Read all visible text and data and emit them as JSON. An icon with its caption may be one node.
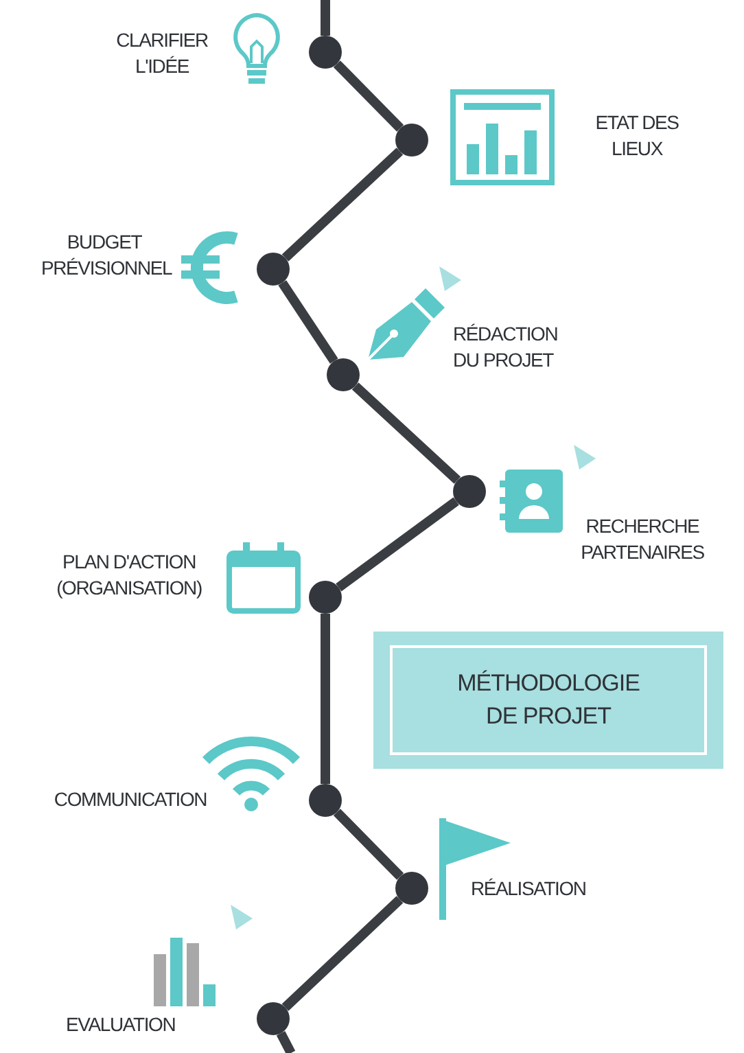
{
  "diagram": {
    "nodes": [
      {
        "text": [],
        "shape": "circle"
      },
      {
        "text": [],
        "shape": "circle"
      },
      {
        "text": [],
        "shape": "circle"
      },
      {
        "text": [],
        "shape": "circle"
      },
      {
        "text": [],
        "shape": "circle"
      },
      {
        "text": [],
        "shape": "circle"
      },
      {
        "text": [],
        "shape": "circle"
      },
      {
        "text": [],
        "shape": "circle"
      },
      {
        "text": [],
        "shape": "circle"
      },
      {
        "text": [
          "MÉTHODOLOGIE DE PROJET"
        ]
      }
    ],
    "edges": [
      {
        "from": null,
        "to": 0,
        "arrow": "none"
      },
      {
        "from": 0,
        "to": 1,
        "arrow": "none"
      },
      {
        "from": 1,
        "to": 2,
        "arrow": "none"
      },
      {
        "from": 2,
        "to": 3,
        "arrow": "none"
      },
      {
        "from": 3,
        "to": 4,
        "arrow": "none"
      },
      {
        "from": 4,
        "to": 5,
        "arrow": "none"
      },
      {
        "from": 5,
        "to": 6,
        "arrow": "none"
      },
      {
        "from": 6,
        "to": 7,
        "arrow": "none"
      },
      {
        "from": 7,
        "to": 8,
        "arrow": "none"
      },
      {
        "from": 8,
        "to": null,
        "arrow": "none"
      }
    ],
    "labels": [
      "CLARIFIER L'IDÉE",
      "ETAT DES LIEUX",
      "BUDGET PRÉVISIONNEL",
      "RÉDACTION DU PROJET",
      "RECHERCHE PARTENAIRES",
      "PLAN D'ACTION (ORGANISATION)",
      "COMMUNICATION",
      "RÉALISATION",
      "EVALUATION"
    ]
  }
}
